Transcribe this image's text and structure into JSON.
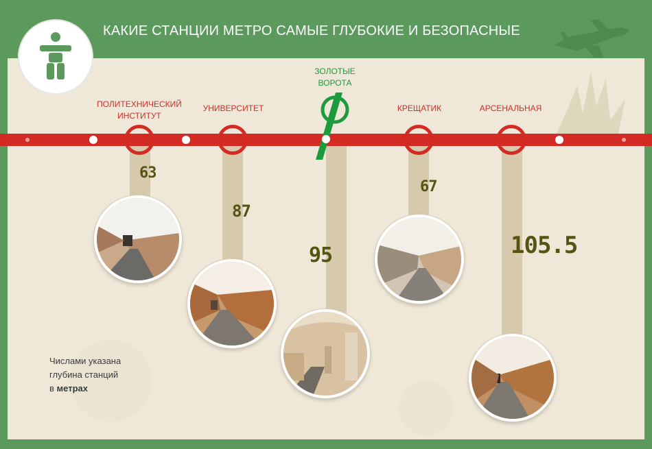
{
  "title": "КАКИЕ СТАНЦИИ МЕТРО САМЫЕ ГЛУБОКИЕ И БЕЗОПАСНЫЕ",
  "colors": {
    "frame_green": "#5b9a5c",
    "paper": "#efe8d8",
    "rail_red": "#d42a24",
    "golden_gate_green": "#1e9a3e",
    "depth_text": "#545413",
    "stem": "#d7c9ac"
  },
  "icons": {
    "logo": "inukshuk-icon",
    "decor_plane": "plane-silhouette-icon",
    "decor_explosion": "explosion-icon"
  },
  "stations": [
    {
      "name_line1": "ПОЛИТЕХНИЧЕСКИЙ",
      "name_line2": "ИНСТИТУТ",
      "depth": "63"
    },
    {
      "name_line1": "УНИВЕРСИТЕТ",
      "name_line2": "",
      "depth": "87"
    },
    {
      "name_line1": "ЗОЛОТЫЕ",
      "name_line2": "ВОРОТА",
      "depth": "95"
    },
    {
      "name_line1": "КРЕЩАТИК",
      "name_line2": "",
      "depth": "67"
    },
    {
      "name_line1": "АРСЕНАЛЬНАЯ",
      "name_line2": "",
      "depth": "105.5"
    }
  ],
  "note": {
    "line1": "Числами указана",
    "line2": "глубина станций",
    "line3_prefix": "в ",
    "line3_bold": "метрах"
  }
}
